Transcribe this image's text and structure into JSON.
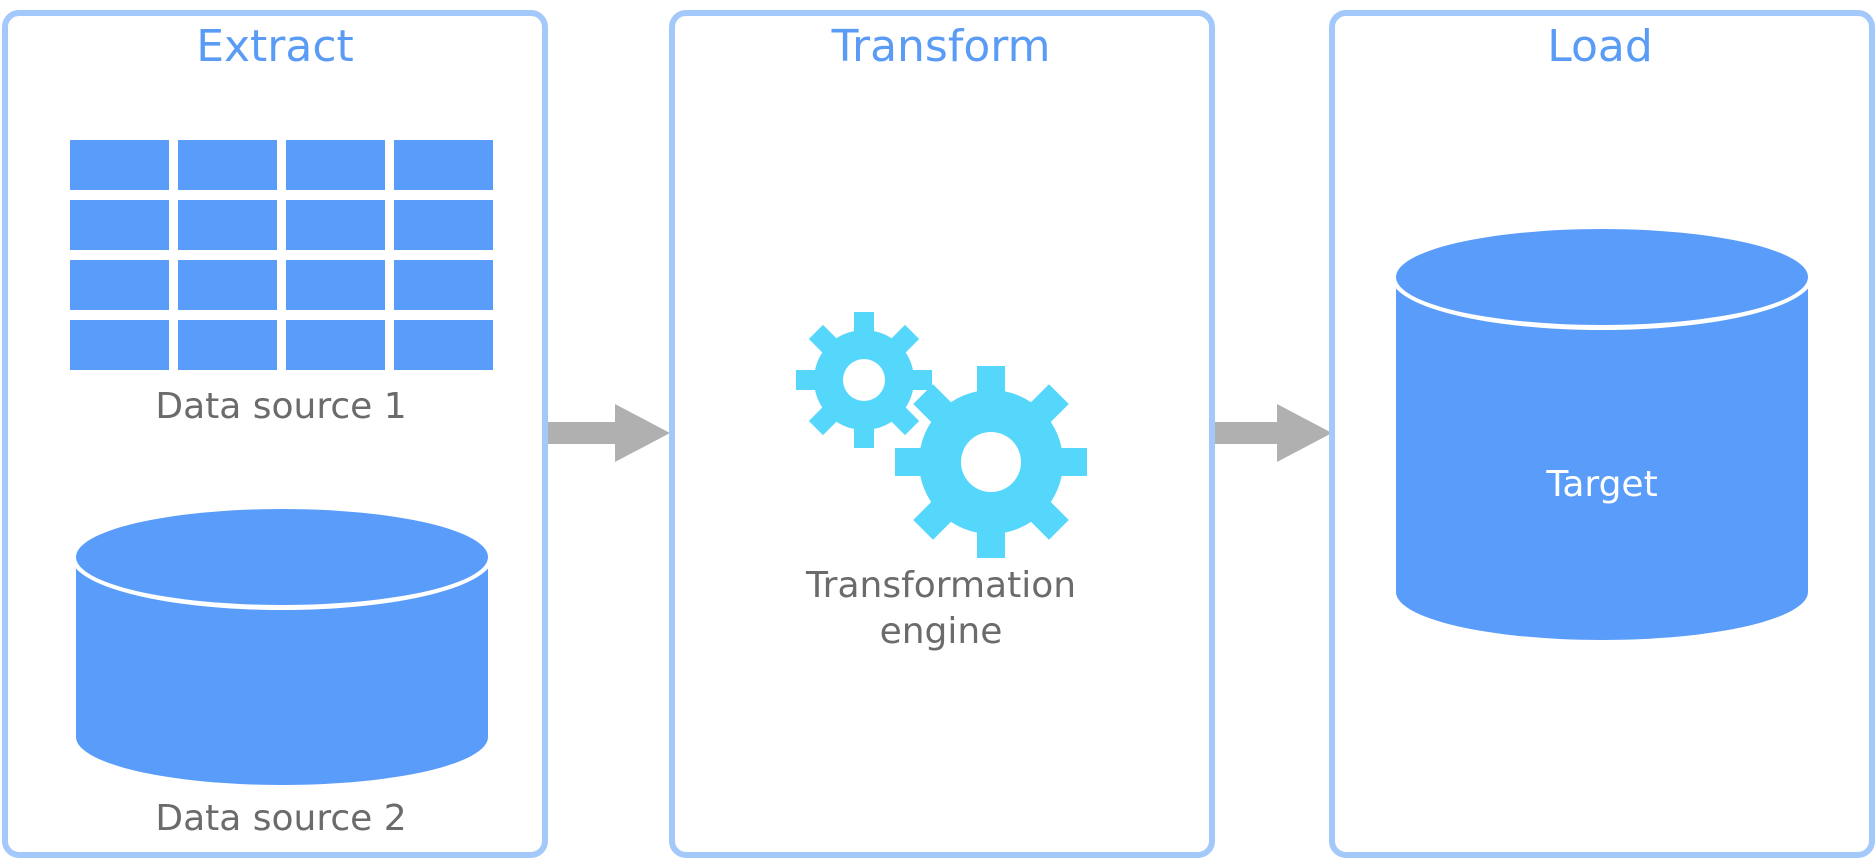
{
  "panels": {
    "extract": {
      "title": "Extract"
    },
    "transform": {
      "title": "Transform"
    },
    "load": {
      "title": "Load"
    }
  },
  "extract": {
    "source1_label": "Data source 1",
    "source2_label": "Data source 2"
  },
  "transform": {
    "engine_label_line1": "Transformation",
    "engine_label_line2": "engine"
  },
  "load": {
    "target_label": "Target"
  },
  "icons": {
    "table": "table-grid-icon",
    "database_source": "database-cylinder-icon",
    "gears": "gears-icon",
    "database_target": "database-cylinder-icon",
    "arrow": "right-arrow-icon"
  },
  "colors": {
    "panel_border": "#a3c8fa",
    "title": "#5a9cf5",
    "shape_fill": "#5a9cf9",
    "gear_fill": "#55d6fb",
    "arrow_fill": "#b0b0b0",
    "label_text": "#6b6b6b"
  }
}
